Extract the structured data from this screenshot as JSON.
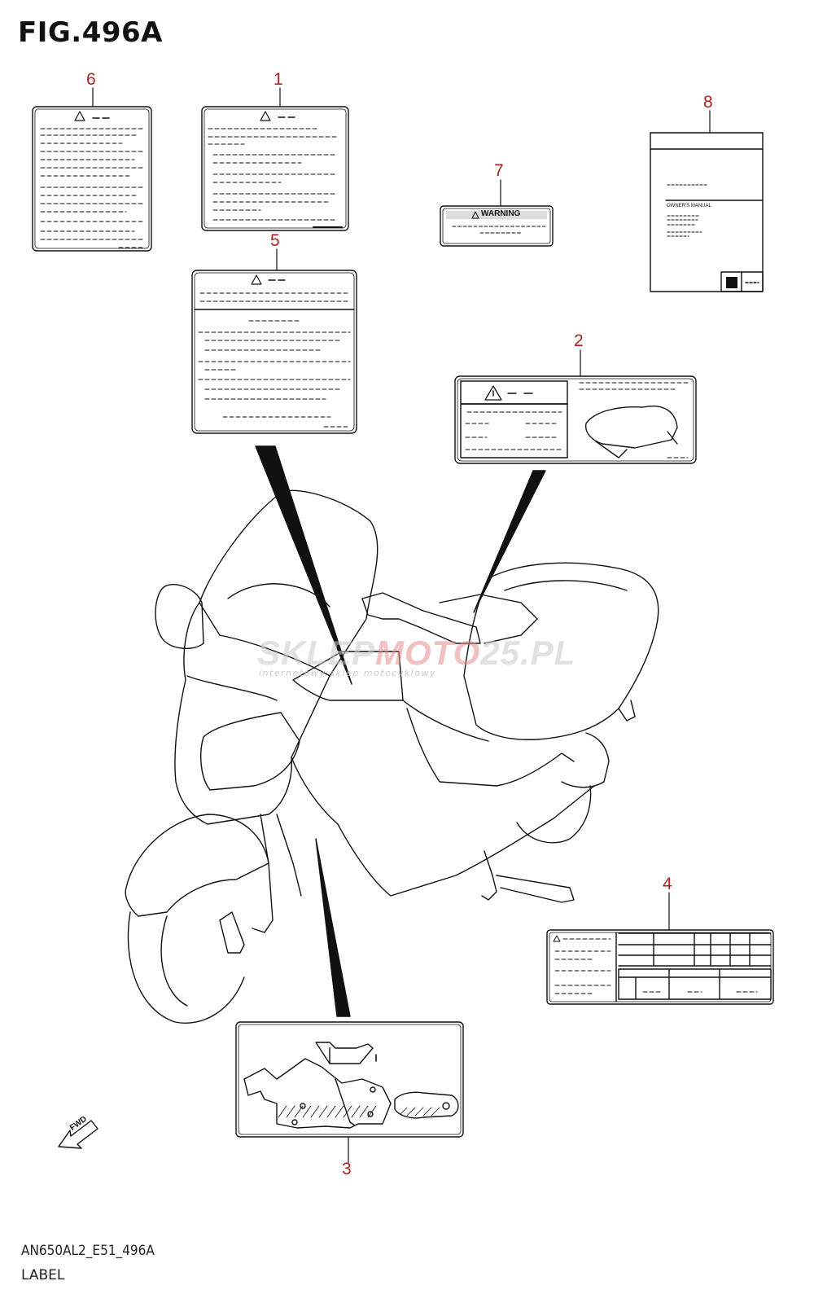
{
  "figure": {
    "title": "FIG.496A",
    "model_code": "AN650AL2_E51_496A",
    "caption": "LABEL"
  },
  "callouts": [
    {
      "id": "6",
      "label": "6"
    },
    {
      "id": "1",
      "label": "1"
    },
    {
      "id": "7",
      "label": "7"
    },
    {
      "id": "8",
      "label": "8"
    },
    {
      "id": "5",
      "label": "5"
    },
    {
      "id": "2",
      "label": "2"
    },
    {
      "id": "4",
      "label": "4"
    },
    {
      "id": "3",
      "label": "3"
    }
  ],
  "labels": {
    "warning_label_text": "WARNING",
    "manual_text": "OWNER'S MANUAL",
    "fwd_text": "FWD"
  },
  "watermark": {
    "main_a": "SKLEP",
    "main_b": "MOTO",
    "main_c": "25.PL",
    "sub": "internetowy sklep motocyklowy"
  },
  "colors": {
    "callout": "#b22020",
    "line": "#111111"
  }
}
